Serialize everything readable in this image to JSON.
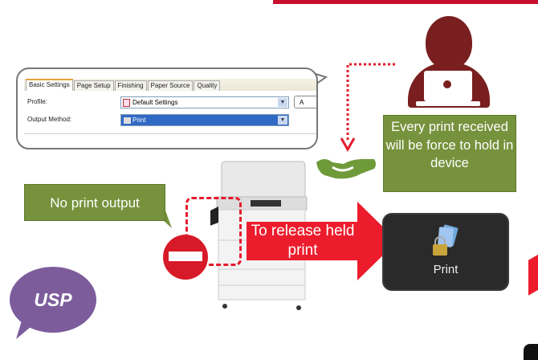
{
  "dialog": {
    "tabs": [
      "Basic Settings",
      "Page Setup",
      "Finishing",
      "Paper Source",
      "Quality"
    ],
    "profile_label": "Profile:",
    "profile_value": "Default Settings",
    "output_method_label": "Output Method:",
    "output_method_value": "Print",
    "side_button": "A"
  },
  "hold_note": "Every print received will be force to hold in device",
  "no_output_note": "No print output",
  "release_arrow": "To release held print",
  "panel_button": "Print",
  "logo": "USP",
  "colors": {
    "red": "#ec1c2d",
    "green": "#76923c",
    "maroon": "#7a1f1f",
    "purple": "#7d5c9c"
  }
}
